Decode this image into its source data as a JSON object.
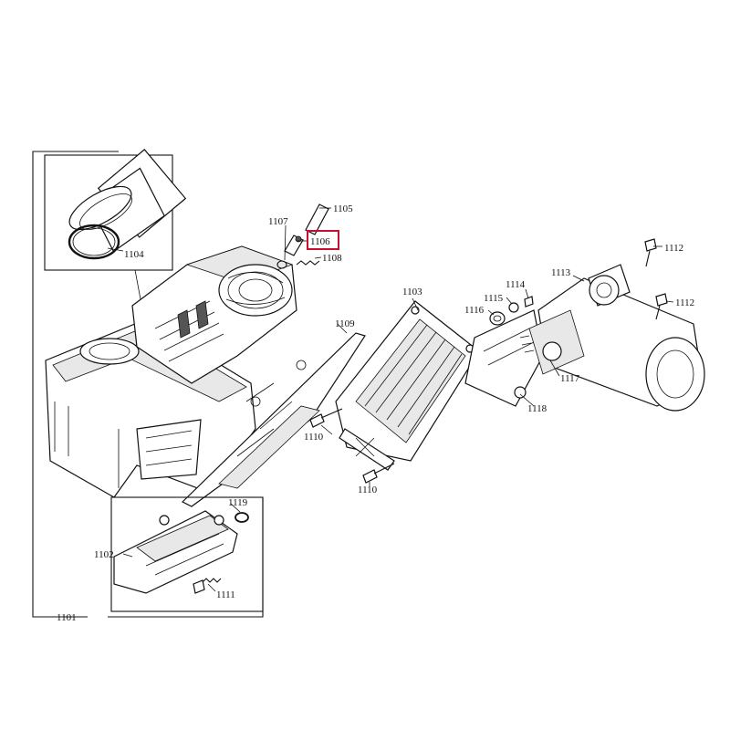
{
  "highlight_color": "#c8102e",
  "callouts": {
    "c1101": "1101",
    "c1102": "1102",
    "c1103": "1103",
    "c1104": "1104",
    "c1105": "1105",
    "c1106": "1106",
    "c1107": "1107",
    "c1108": "1108",
    "c1109": "1109",
    "c1110a": "1110",
    "c1110b": "1110",
    "c1111": "1111",
    "c1112a": "1112",
    "c1112b": "1112",
    "c1113": "1113",
    "c1114": "1114",
    "c1115": "1115",
    "c1116": "1116",
    "c1117": "1117",
    "c1118": "1118",
    "c1119": "1119"
  }
}
